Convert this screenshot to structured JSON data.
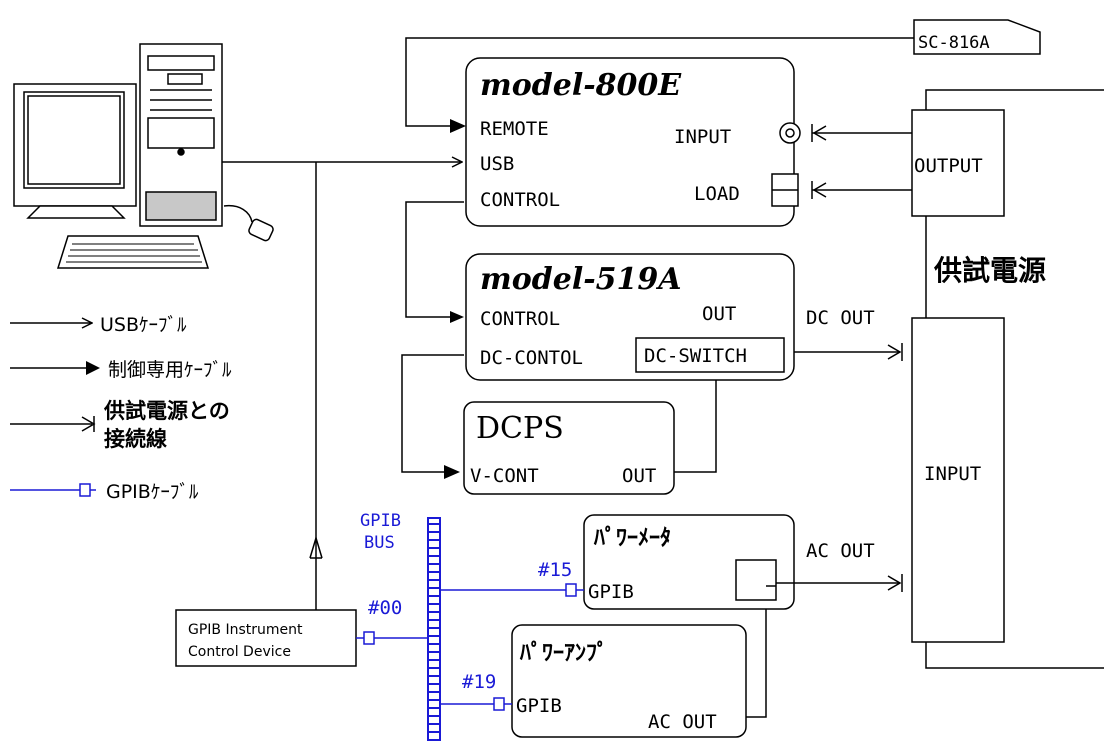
{
  "colors": {
    "line": "#000000",
    "gpib": "#1a1ad6",
    "background": "#ffffff"
  },
  "icons": {
    "pc": "desktop-computer-icon",
    "cable_arrow": "open-arrow-icon",
    "control_arrow": "filled-arrow-icon",
    "connect_arrow": "arrow-bar-icon",
    "gpib_port": "gpib-port-icon"
  },
  "sc816a": {
    "label": "SC-816A"
  },
  "model800e": {
    "title": "model-800E",
    "remote": "REMOTE",
    "usb": "USB",
    "control": "CONTROL",
    "input": "INPUT",
    "load": "LOAD"
  },
  "model519a": {
    "title": "model-519A",
    "control": "CONTROL",
    "out": "OUT",
    "dc_control": "DC-CONTOL",
    "dc_switch": "DC-SWITCH"
  },
  "dc_out_label": "DC OUT",
  "dcps": {
    "title": "DCPS",
    "v_cont": "V-CONT",
    "out": "OUT"
  },
  "dut": {
    "title": "供試電源",
    "output": "OUTPUT",
    "input": "INPUT"
  },
  "power_meter": {
    "title": "ﾊﾟﾜｰﾒｰﾀ",
    "gpib": "GPIB",
    "address": "#15"
  },
  "ac_out_label": "AC OUT",
  "power_amp": {
    "title": "ﾊﾟﾜｰｱﾝﾌﾟ",
    "gpib": "GPIB",
    "address": "#19",
    "ac_out": "AC OUT"
  },
  "gpib_bus": {
    "line1": "GPIB",
    "line2": "BUS"
  },
  "gpib_device": {
    "line1": "GPIB Instrument",
    "line2": "Control Device",
    "address": "#00"
  },
  "legend": {
    "usb": "USBｹｰﾌﾞﾙ",
    "control": "制御専用ｹｰﾌﾞﾙ",
    "connect_line1": "供試電源との",
    "connect_line2": "接続線",
    "gpib": "GPIBｹｰﾌﾞﾙ"
  }
}
